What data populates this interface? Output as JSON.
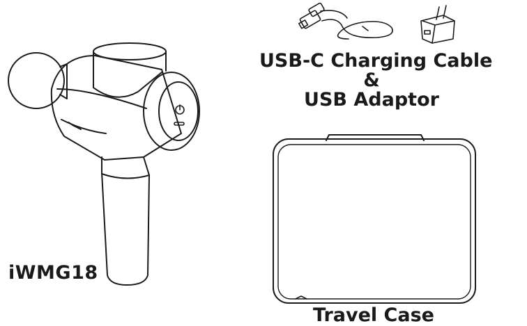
{
  "product": {
    "model_name": "iWMG18"
  },
  "accessories": {
    "cable_label": "USB-C Charging Cable",
    "joiner": "&",
    "adaptor_label": "USB Adaptor",
    "case_label": "Travel Case"
  },
  "icons": {
    "massage_gun": "massage-gun-illustration",
    "power": "power-icon",
    "cable": "usb-cable-illustration",
    "adaptor": "usb-adaptor-illustration",
    "case": "travel-case-illustration"
  },
  "colors": {
    "line_art": "#1a1a1a",
    "background": "#ffffff"
  }
}
